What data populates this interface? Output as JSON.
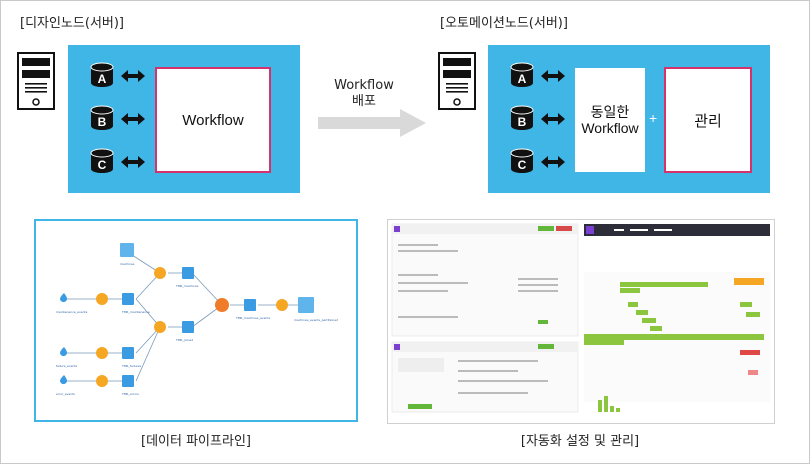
{
  "design_server": {
    "title": "[디자인노드(서버)]",
    "databases": [
      "A",
      "B",
      "C"
    ],
    "workflow_label": "Workflow"
  },
  "deploy_arrow": {
    "label_line1": "Workflow",
    "label_line2": "배포"
  },
  "automation_server": {
    "title": "[오토메이션노드(서버)]",
    "databases": [
      "A",
      "B",
      "C"
    ],
    "workflow_line1": "동일한",
    "workflow_line2": "Workflow",
    "plus": "+",
    "manage_label": "관리"
  },
  "pipeline": {
    "caption": "[데이터 파이프라인]"
  },
  "automation": {
    "caption": "[자동화 설정 및 관리]"
  },
  "colors": {
    "panel_blue": "#3fb6e6",
    "workflow_border": "#d6336c",
    "arrow_gray": "#d9d9d9"
  }
}
